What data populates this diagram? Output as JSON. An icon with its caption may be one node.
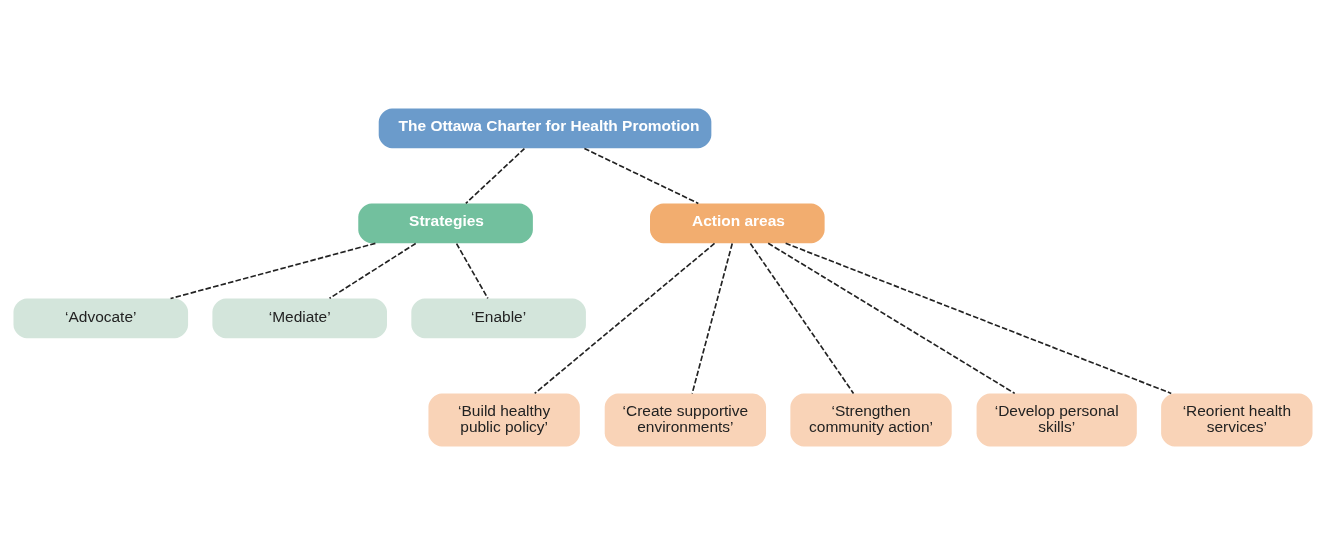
{
  "diagram": {
    "nodes": [
      {
        "text": [
          "The Ottawa Charter for Health Promotion"
        ]
      },
      {
        "text": [
          "Strategies"
        ]
      },
      {
        "text": [
          "Action areas"
        ]
      },
      {
        "text": [
          "‘Advocate’"
        ]
      },
      {
        "text": [
          "‘Mediate’"
        ]
      },
      {
        "text": [
          "‘Enable’"
        ]
      },
      {
        "text": [
          "‘Build healthy public policy’"
        ]
      },
      {
        "text": [
          "‘Create supportive environments’"
        ]
      },
      {
        "text": [
          "‘Strengthen community action’"
        ]
      },
      {
        "text": [
          "‘Develop personal skills’"
        ]
      },
      {
        "text": [
          "‘Reorient health services’"
        ]
      }
    ],
    "edges": [
      {
        "from": 0,
        "to": 1,
        "arrow": "none",
        "style": "dashed"
      },
      {
        "from": 0,
        "to": 2,
        "arrow": "none",
        "style": "dashed"
      },
      {
        "from": 1,
        "to": 3,
        "arrow": "none",
        "style": "dashed"
      },
      {
        "from": 1,
        "to": 4,
        "arrow": "none",
        "style": "dashed"
      },
      {
        "from": 1,
        "to": 5,
        "arrow": "none",
        "style": "dashed"
      },
      {
        "from": 2,
        "to": 6,
        "arrow": "none",
        "style": "dashed"
      },
      {
        "from": 2,
        "to": 7,
        "arrow": "none",
        "style": "dashed"
      },
      {
        "from": 2,
        "to": 8,
        "arrow": "none",
        "style": "dashed"
      },
      {
        "from": 2,
        "to": 9,
        "arrow": "none",
        "style": "dashed"
      },
      {
        "from": 2,
        "to": 10,
        "arrow": "none",
        "style": "dashed"
      }
    ]
  }
}
